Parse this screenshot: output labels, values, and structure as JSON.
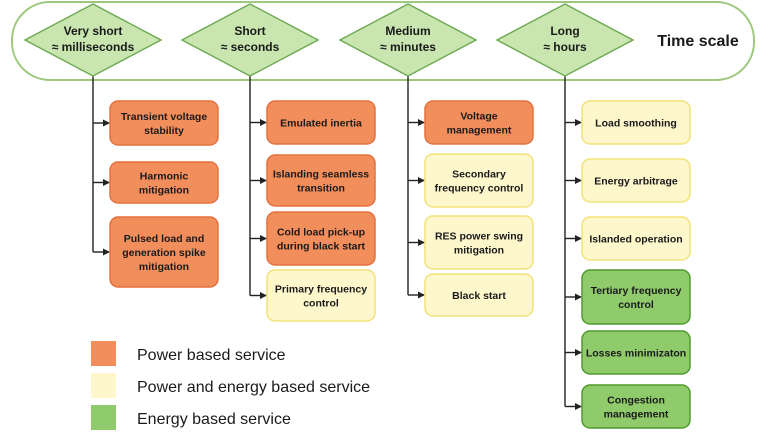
{
  "time_scale_label": "Time scale",
  "colors": {
    "power": "#f28e5c",
    "power_stroke": "#e2723f",
    "power_energy": "#fef7cc",
    "power_energy_stroke": "#f2e27a",
    "energy": "#8fcb6b",
    "energy_stroke": "#4f9a2f",
    "diamond": "#c9e6b0",
    "diamond_stroke": "#6aa84f",
    "banner_stroke": "#9dc97f",
    "line": "#222222"
  },
  "columns": [
    {
      "id": "very-short",
      "diamond": [
        "Very short",
        "≈ milliseconds"
      ],
      "services": [
        {
          "lines": [
            "Transient voltage",
            "stability"
          ],
          "type": "power"
        },
        {
          "lines": [
            "Harmonic",
            "mitigation"
          ],
          "type": "power"
        },
        {
          "lines": [
            "Pulsed load and",
            "generation spike",
            "mitigation"
          ],
          "type": "power"
        }
      ]
    },
    {
      "id": "short",
      "diamond": [
        "Short",
        "≈ seconds"
      ],
      "services": [
        {
          "lines": [
            "Emulated inertia"
          ],
          "type": "power"
        },
        {
          "lines": [
            "Islanding seamless",
            "transition"
          ],
          "type": "power"
        },
        {
          "lines": [
            "Cold load pick-up",
            "during black start"
          ],
          "type": "power"
        },
        {
          "lines": [
            "Primary frequency",
            "control"
          ],
          "type": "power_energy"
        }
      ]
    },
    {
      "id": "medium",
      "diamond": [
        "Medium",
        "≈ minutes"
      ],
      "services": [
        {
          "lines": [
            "Voltage",
            "management"
          ],
          "type": "power"
        },
        {
          "lines": [
            "Secondary",
            "frequency control"
          ],
          "type": "power_energy"
        },
        {
          "lines": [
            "RES power swing",
            "mitigation"
          ],
          "type": "power_energy"
        },
        {
          "lines": [
            "Black start"
          ],
          "type": "power_energy"
        }
      ]
    },
    {
      "id": "long",
      "diamond": [
        "Long",
        "≈ hours"
      ],
      "services": [
        {
          "lines": [
            "Load smoothing"
          ],
          "type": "power_energy"
        },
        {
          "lines": [
            "Energy arbitrage"
          ],
          "type": "power_energy"
        },
        {
          "lines": [
            "Islanded operation"
          ],
          "type": "power_energy"
        },
        {
          "lines": [
            "Tertiary frequency",
            "control"
          ],
          "type": "energy"
        },
        {
          "lines": [
            "Losses minimizaton"
          ],
          "type": "energy"
        },
        {
          "lines": [
            "Congestion",
            "management"
          ],
          "type": "energy"
        }
      ]
    }
  ],
  "legend": [
    {
      "label": "Power based service",
      "type": "power"
    },
    {
      "label": "Power and energy based service",
      "type": "power_energy"
    },
    {
      "label": "Energy based service",
      "type": "energy"
    }
  ]
}
